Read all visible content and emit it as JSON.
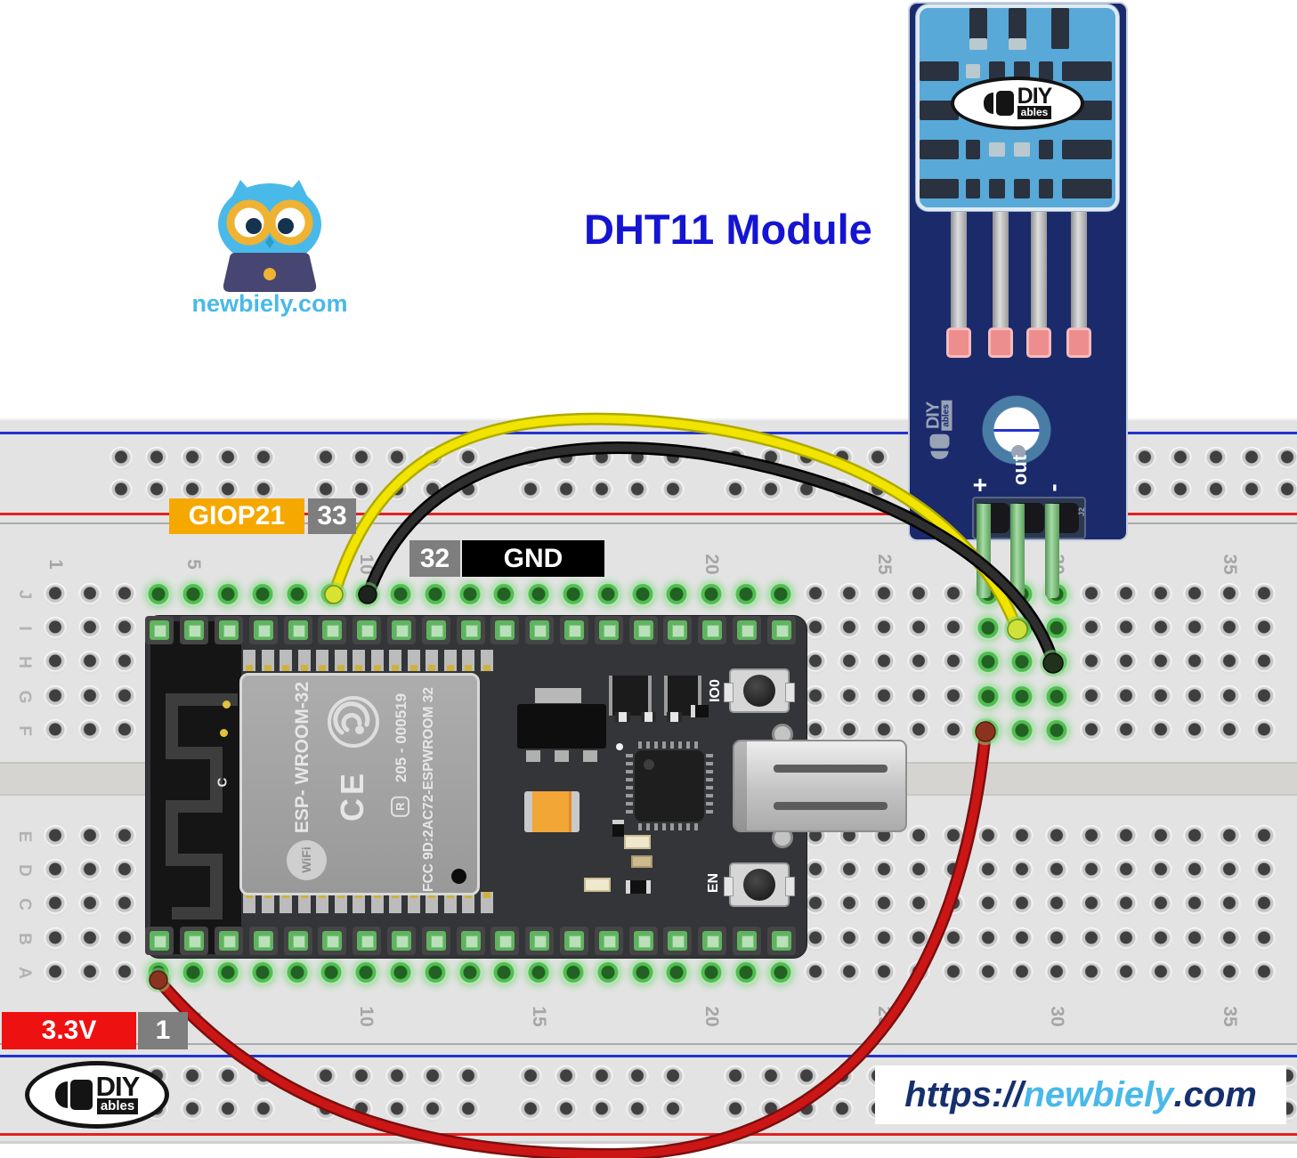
{
  "title": {
    "text": "DHT11 Module",
    "color": "#1414d2"
  },
  "branding": {
    "mascot_caption": "newbiely.com",
    "url": {
      "prefix": "https://",
      "domain": "newbiely",
      "suffix": ".com"
    },
    "diyables": {
      "word": "DIY",
      "sub": "ables"
    }
  },
  "pin_labels": {
    "gpio_name": {
      "text": "GIOP21",
      "bg": "#f5a800"
    },
    "gpio_pin": {
      "text": "33",
      "bg": "#7e7e7e"
    },
    "gnd_pin": {
      "text": "32",
      "bg": "#7e7e7e"
    },
    "gnd_name": {
      "text": "GND",
      "bg": "#000000"
    },
    "power_name": {
      "text": "3.3V",
      "bg": "#ee1111"
    },
    "power_pin": {
      "text": "1",
      "bg": "#7e7e7e"
    }
  },
  "breadboard": {
    "column_labels": [
      "1",
      "5",
      "10",
      "15",
      "20",
      "25",
      "30",
      "35"
    ],
    "row_labels_top": [
      "J",
      "I",
      "H",
      "G",
      "F"
    ],
    "row_labels_bottom": [
      "E",
      "D",
      "C",
      "B",
      "A"
    ]
  },
  "esp32": {
    "silkscreen_module": "ESP- WROOM-32",
    "silkscreen_ce": "CE",
    "silkscreen_cert_number": "205 - 000519",
    "silkscreen_r": "R",
    "silkscreen_fcc": "FCC 9D:2AC72-ESPWROOM 32",
    "silkscreen_wifi": "WiFi",
    "antenna_label": "C",
    "boot_button_label": "IO0",
    "reset_button_label": "EN"
  },
  "dht11": {
    "pin_plus": "+",
    "pin_out": "out",
    "pin_minus": "-",
    "connector_ref": "J2"
  },
  "wires": {
    "data_signal": "#f0e400",
    "ground": "#2e2e2e",
    "power": "#cc1616"
  }
}
